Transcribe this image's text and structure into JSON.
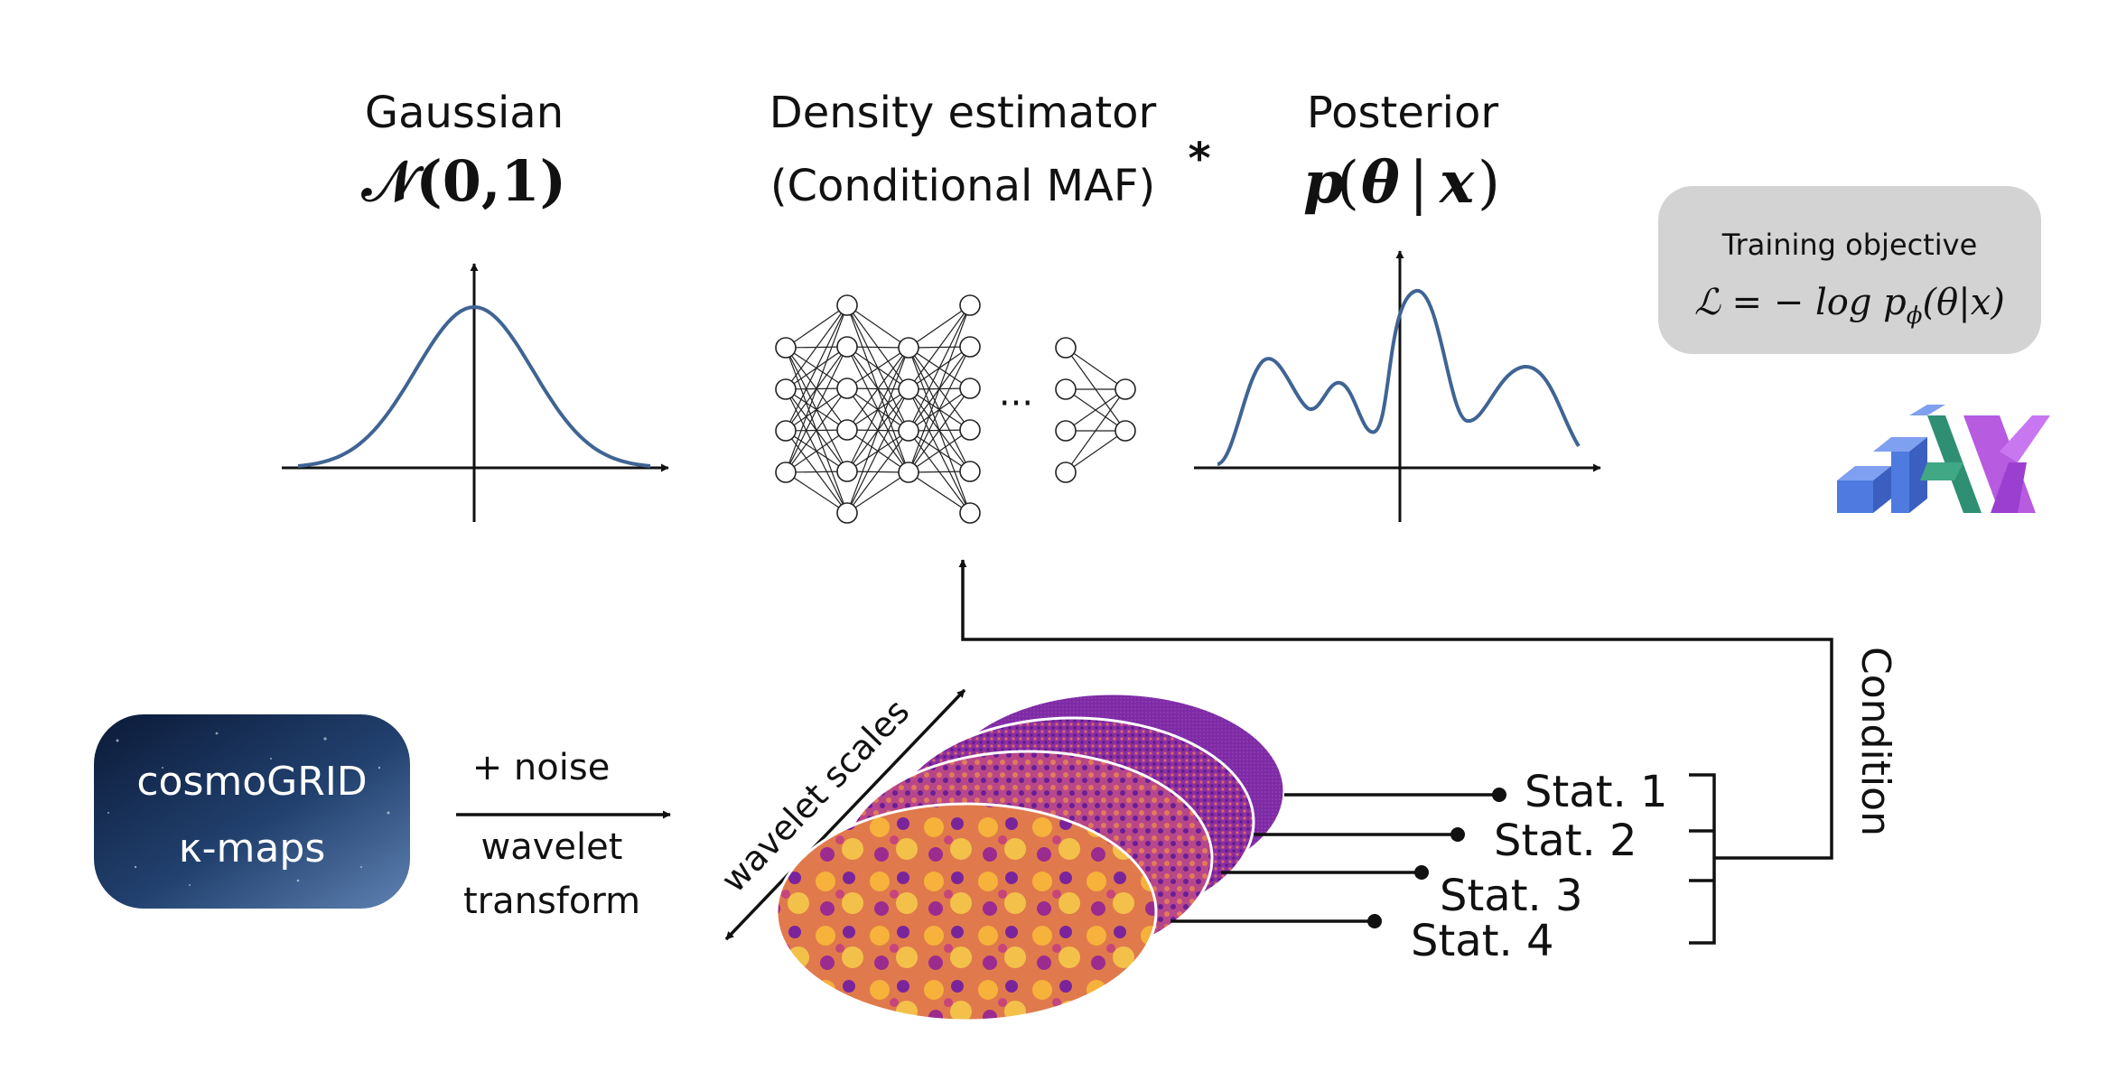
{
  "gaussian": {
    "title": "Gaussian",
    "formula": "𝒩(0,1)"
  },
  "density_estimator": {
    "title": "Density estimator",
    "subtitle": "(Conditional MAF)",
    "footnote_mark": "*",
    "ellipsis": "···"
  },
  "posterior": {
    "title": "Posterior",
    "formula_p": "p",
    "formula_paren_open": "(",
    "formula_theta": "θ",
    "formula_bar": "|",
    "formula_x": "x",
    "formula_paren_close": ")"
  },
  "training_objective": {
    "title": "Training objective",
    "formula": "ℒ = − log p",
    "formula_sub": "ϕ",
    "formula_tail": "(θ|x)"
  },
  "logo": {
    "name": "JAX logo"
  },
  "input_maps": {
    "line1": "cosmoGRID",
    "line2": "κ-maps"
  },
  "transform_arrow": {
    "top_label": "+ noise",
    "bottom_label_1": "wavelet",
    "bottom_label_2": "transform"
  },
  "wavelet": {
    "axis_label": "wavelet scales"
  },
  "statistics": [
    "Stat. 1",
    "Stat. 2",
    "Stat. 3",
    "Stat. 4"
  ],
  "condition_label": "Condition",
  "colors": {
    "curve": "#3f6494",
    "box_fill": "#d3d3d3",
    "maps_bg_dark": "#0e1f40",
    "maps_bg_light": "#4e6f9f",
    "plasma_dark": "#4a138f",
    "plasma_mid": "#c0447c",
    "plasma_light": "#f0a23a",
    "jax_blue": "#4f7be0",
    "jax_green": "#2f8f73",
    "jax_purple": "#b75be0"
  }
}
